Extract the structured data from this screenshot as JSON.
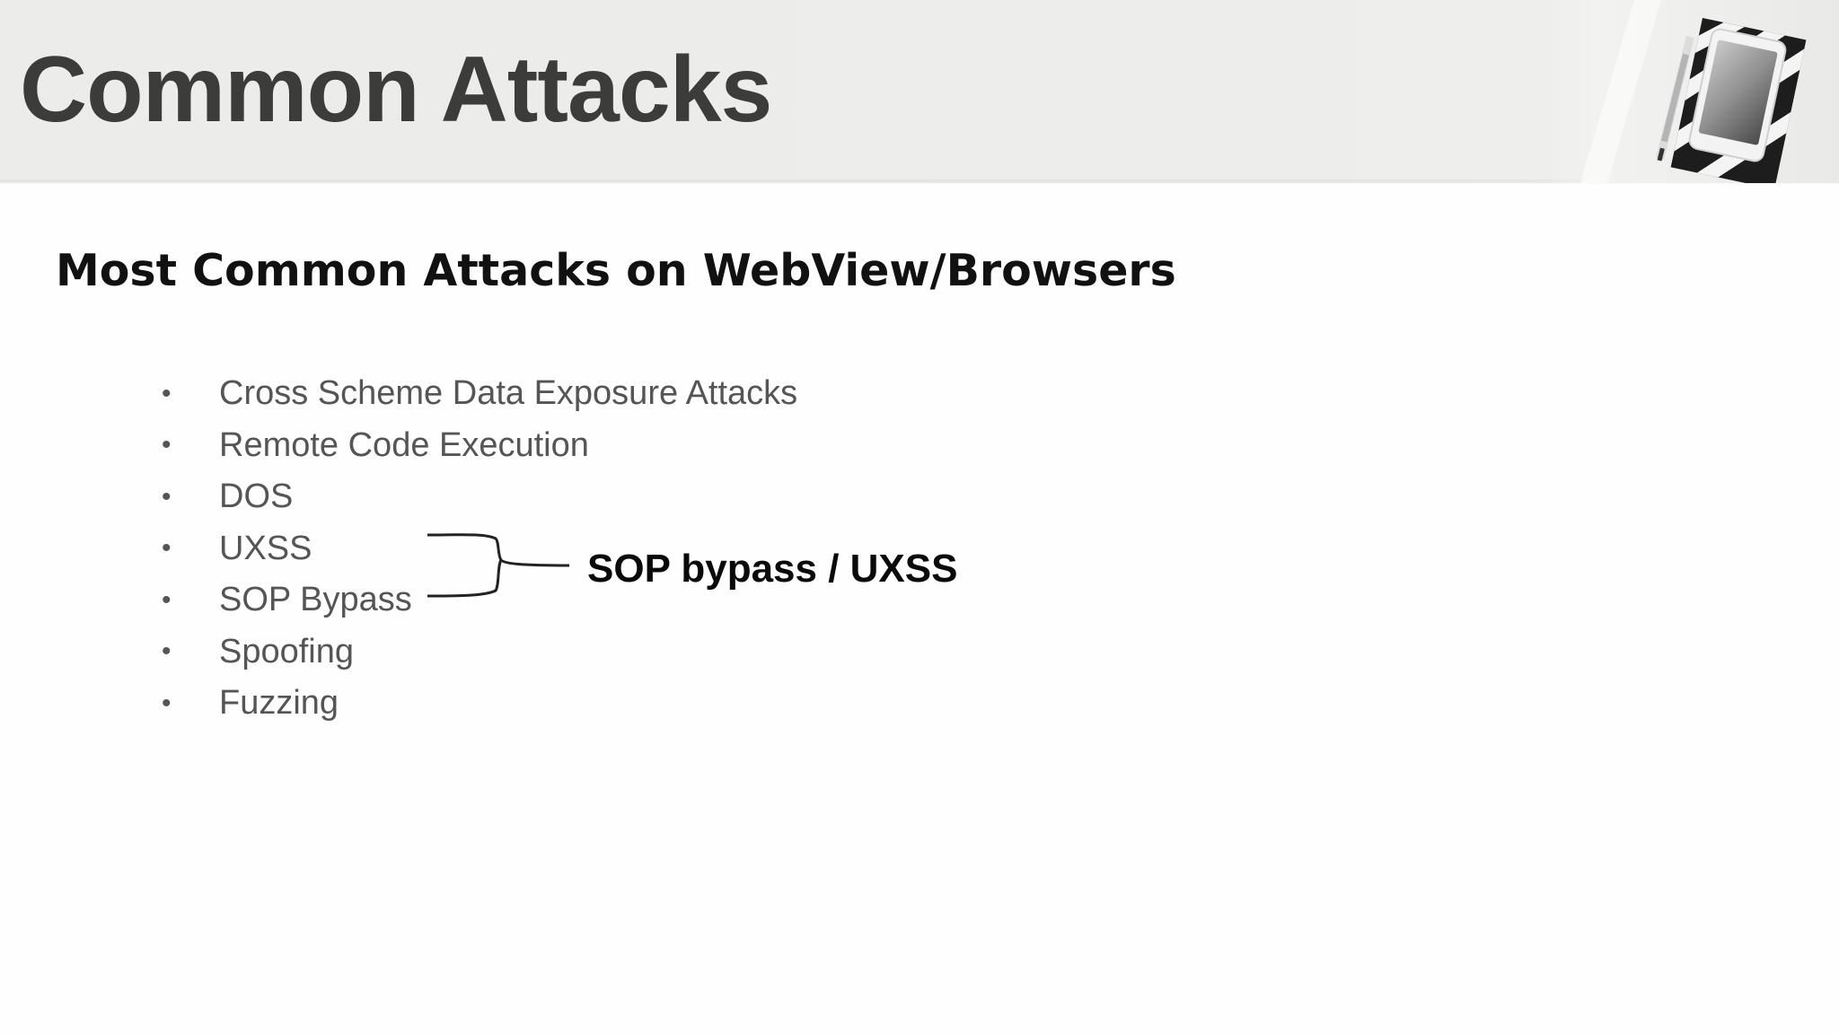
{
  "slide": {
    "title": "Common Attacks",
    "subtitle": "Most Common Attacks on WebView/Browsers",
    "bullets": [
      "Cross Scheme Data Exposure Attacks",
      "Remote Code Execution",
      "DOS",
      "UXSS",
      "SOP Bypass",
      "Spoofing",
      "Fuzzing"
    ],
    "bullet_symbol": "•",
    "callout": "SOP bypass / UXSS"
  },
  "colors": {
    "header_band": "#ececea",
    "title_text": "#3c3c3a",
    "subtitle_text": "#111111",
    "bullet_text": "#555555",
    "callout_text": "#0a0a0a"
  },
  "icons": {
    "corner_image": "tablet-clapperboard-photo",
    "bracket": "curly-brace-icon"
  }
}
